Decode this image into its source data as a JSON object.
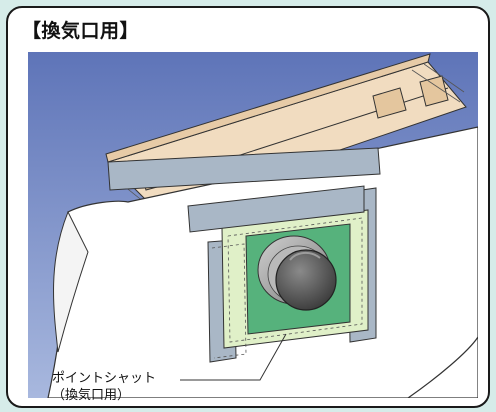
{
  "title": "【換気口用】",
  "callout": {
    "line1": "ポイントシャット",
    "line2": "（換気口用）"
  },
  "colors": {
    "page_bg": "#d6ece9",
    "sky_top": "#5e74b8",
    "sky_bottom": "#a8b8de",
    "wall": "#ffffff",
    "beam": "#f1dcc0",
    "metal": "#a9b7c6",
    "guard_fill": "#e0f0c8",
    "shutter": "#56b27c",
    "cap": "#6a6a6a"
  }
}
